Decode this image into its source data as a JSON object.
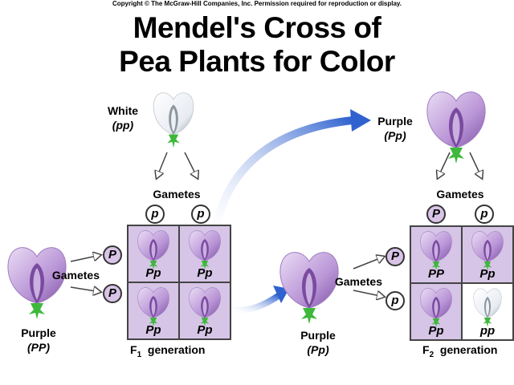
{
  "copyright": "Copyright © The McGraw-Hill Companies, Inc. Permission required for reproduction or display.",
  "title": {
    "line1": "Mendel's Cross of",
    "line2": "Pea Plants for Color"
  },
  "parents": {
    "white": {
      "label": "White",
      "genotype": "(pp)"
    },
    "purple": {
      "label": "Purple",
      "genotype": "(PP)"
    }
  },
  "f1": {
    "gametes_label_top": "Gametes",
    "gametes_label_left": "Gametes",
    "top_gametes": [
      "p",
      "p"
    ],
    "left_gametes": [
      "P",
      "P"
    ],
    "cells": [
      "Pp",
      "Pp",
      "Pp",
      "Pp"
    ],
    "label_prefix": "F",
    "label_sub": "1",
    "label_suffix": "generation"
  },
  "f1_plant": {
    "top": {
      "label": "Purple",
      "genotype": "(Pp)"
    },
    "bottom": {
      "label": "Purple",
      "genotype": "(Pp)"
    }
  },
  "f2": {
    "gametes_label_top": "Gametes",
    "gametes_label_left": "Gametes",
    "top_gametes": [
      "P",
      "p"
    ],
    "left_gametes": [
      "P",
      "p"
    ],
    "cells": [
      "PP",
      "Pp",
      "Pp",
      "pp"
    ],
    "label_prefix": "F",
    "label_sub": "2",
    "label_suffix": "generation"
  },
  "colors": {
    "purple": "#b58fd0",
    "purple_dark": "#6a3d8f",
    "cell_purple": "#d6c5e6",
    "stem": "#3db83a",
    "arrow": "#3f6fd0"
  }
}
